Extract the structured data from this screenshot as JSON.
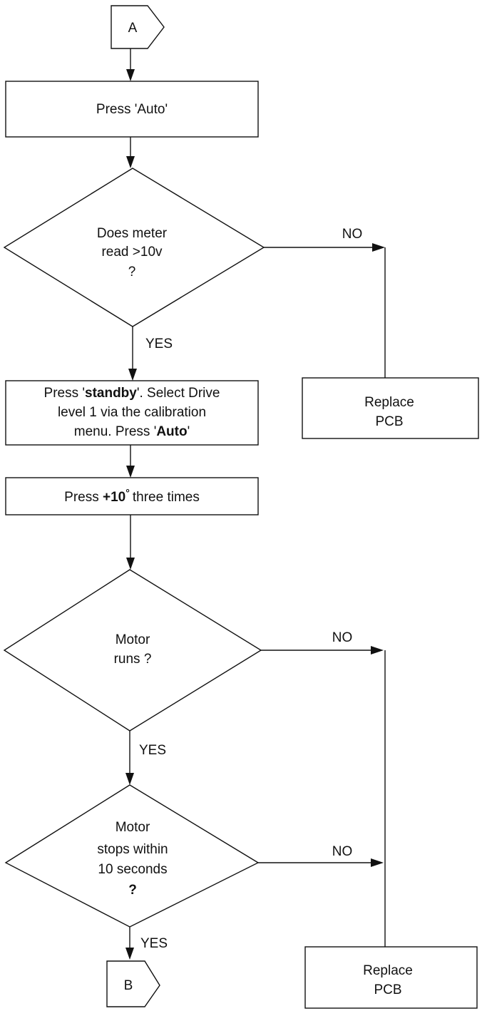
{
  "connectors": {
    "start": "A",
    "end": "B"
  },
  "steps": {
    "press_auto": "Press 'Auto'",
    "standby": {
      "line1_a": "Press '",
      "line1_b": "standby",
      "line1_c": "'. Select Drive",
      "line2": "level 1 via the calibration",
      "line3_a": "menu. Press '",
      "line3_b": "Auto",
      "line3_c": "'"
    },
    "press_ten": {
      "a": "Press ",
      "b": "+10",
      "deg": "°",
      "c": "three times"
    },
    "replace_1": [
      "Replace",
      "PCB"
    ],
    "replace_2": [
      "Replace",
      "PCB"
    ]
  },
  "decisions": {
    "meter": [
      "Does meter",
      "read >10v",
      "?"
    ],
    "motor_runs": [
      "Motor",
      "runs ?"
    ],
    "motor_stops": [
      "Motor",
      "stops within",
      "10 seconds",
      "?"
    ]
  },
  "labels": {
    "no_1": "NO",
    "yes_1": "YES",
    "no_2": "NO",
    "yes_2": "YES",
    "no_3": "NO",
    "yes_3": "YES"
  }
}
